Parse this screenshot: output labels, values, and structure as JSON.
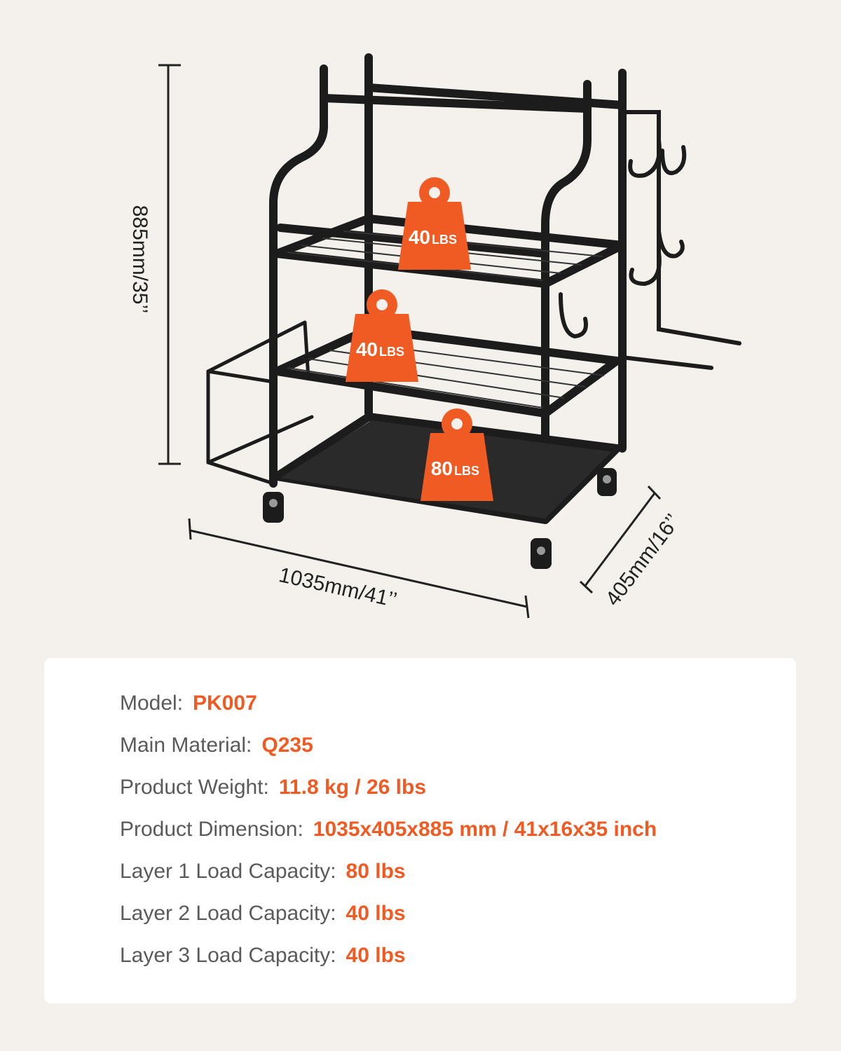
{
  "dimensions": {
    "height": "885mm/35’’",
    "width": "1035mm/41’’",
    "depth": "405mm/16’’"
  },
  "load_tags": [
    {
      "number": "40",
      "unit": "LBS"
    },
    {
      "number": "40",
      "unit": "LBS"
    },
    {
      "number": "80",
      "unit": "LBS"
    }
  ],
  "specs": [
    {
      "label": "Model:",
      "value": "PK007"
    },
    {
      "label": "Main Material:",
      "value": "Q235"
    },
    {
      "label": "Product Weight:",
      "value": "11.8 kg / 26 lbs"
    },
    {
      "label": "Product Dimension:",
      "value": "1035x405x885 mm / 41x16x35 inch"
    },
    {
      "label": "Layer 1 Load Capacity:",
      "value": "80 lbs"
    },
    {
      "label": "Layer 2 Load Capacity:",
      "value": "40 lbs"
    },
    {
      "label": "Layer 3 Load Capacity:",
      "value": "40 lbs"
    }
  ],
  "colors": {
    "background": "#f4f1ec",
    "card": "#ffffff",
    "accent": "#f05a23",
    "frame": "#1c1c1c",
    "label_text": "#5a5a5a"
  },
  "icons": [
    "weight-tag-icon",
    "caster-wheel-icon",
    "hook-icon"
  ]
}
